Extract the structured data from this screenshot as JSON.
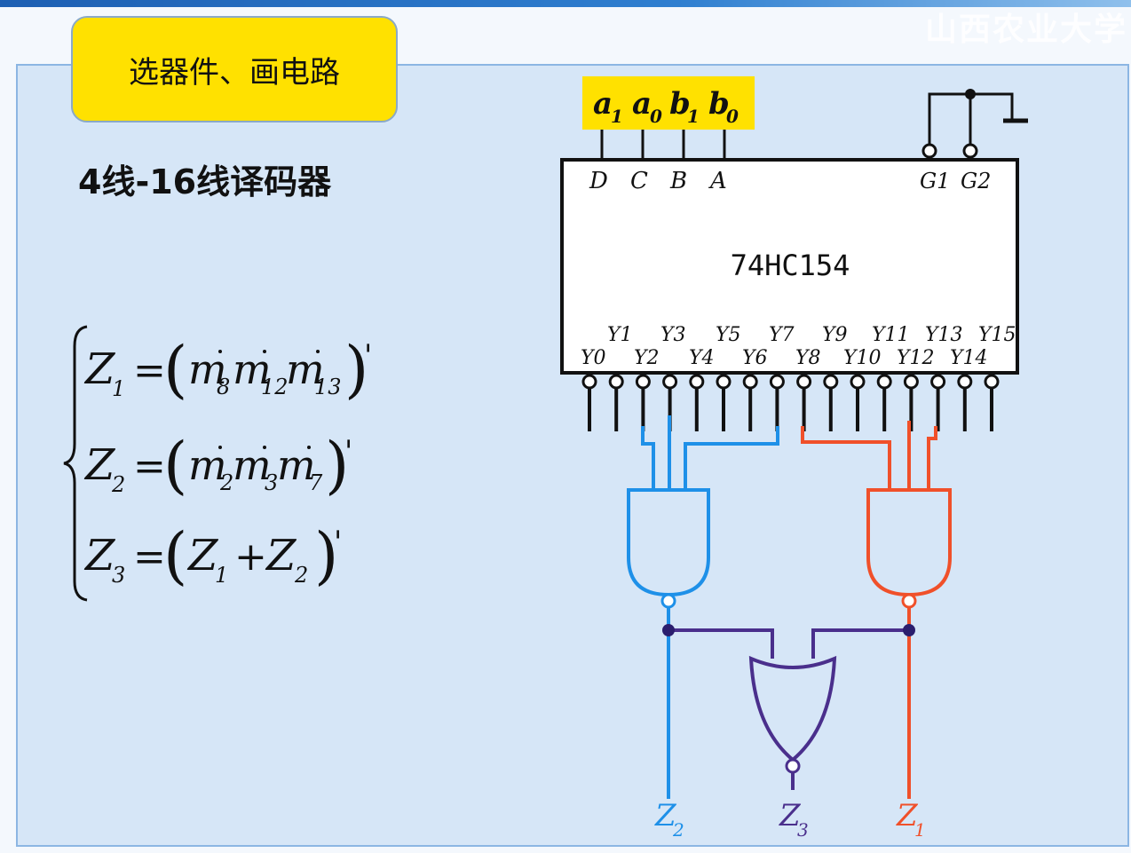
{
  "header": {
    "watermark": "山西农业大学"
  },
  "title": "选器件、画电路",
  "subtitle": "4线-16线译码器",
  "inputs_label": {
    "a1": "a",
    "a1_sub": "1",
    "a0": "a",
    "a0_sub": "0",
    "b1": "b",
    "b1_sub": "1",
    "b0": "b",
    "b0_sub": "0"
  },
  "chip": {
    "name": "74HC154",
    "top_pins": [
      "D",
      "C",
      "B",
      "A"
    ],
    "enable_pins": [
      "G1",
      "G2"
    ],
    "outputs_upper": [
      "Y1",
      "Y3",
      "Y5",
      "Y7",
      "Y9",
      "Y11",
      "Y13",
      "Y15"
    ],
    "outputs_lower": [
      "Y0",
      "Y2",
      "Y4",
      "Y6",
      "Y8",
      "Y10",
      "Y12",
      "Y14"
    ]
  },
  "equations": {
    "z1": {
      "lhs": "Z",
      "lhs_sub": "1",
      "terms": [
        "m",
        "m",
        "m"
      ],
      "subs": [
        "8",
        "12",
        "13"
      ]
    },
    "z2": {
      "lhs": "Z",
      "lhs_sub": "2",
      "terms": [
        "m",
        "m",
        "m"
      ],
      "subs": [
        "2",
        "3",
        "7"
      ]
    },
    "z3": {
      "lhs": "Z",
      "lhs_sub": "3",
      "a": "Z",
      "a_sub": "1",
      "b": "Z",
      "b_sub": "2"
    }
  },
  "outputs": {
    "z2": "Z",
    "z2_sub": "2",
    "z3": "Z",
    "z3_sub": "3",
    "z1": "Z",
    "z1_sub": "1"
  },
  "colors": {
    "blue": "#1e90e8",
    "red": "#f0502a",
    "purple": "#4a2f8c",
    "yellow": "#ffe100"
  }
}
